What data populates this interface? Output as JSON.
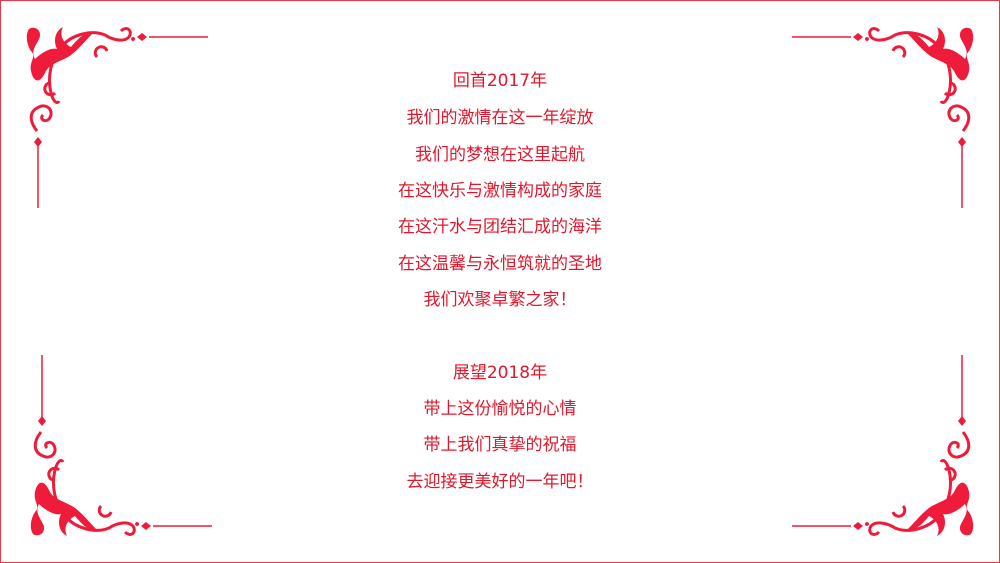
{
  "accent_color": "#e0182d",
  "section_2017": {
    "lines": [
      "回首2017年",
      "我们的激情在这一年绽放",
      "我们的梦想在这里起航",
      "在这快乐与激情构成的家庭",
      "在这汗水与团结汇成的海洋",
      "在这温馨与永恒筑就的圣地",
      "我们欢聚卓繁之家！"
    ]
  },
  "section_2018": {
    "lines": [
      "展望2018年",
      "带上这份愉悦的心情",
      "带上我们真挚的祝福",
      "去迎接更美好的一年吧！"
    ]
  }
}
